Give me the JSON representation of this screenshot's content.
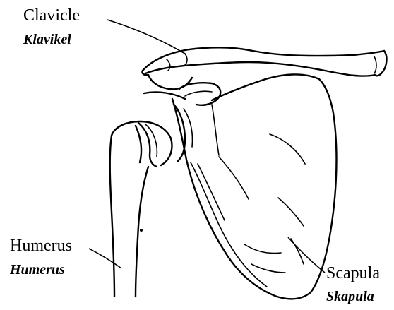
{
  "labels": {
    "clavicle": {
      "name": "Clavicle",
      "translation": "Klavikel"
    },
    "humerus": {
      "name": "Humerus",
      "translation": "Humerus"
    },
    "scapula": {
      "name": "Scapula",
      "translation": "Skapula"
    }
  },
  "colors": {
    "ink": "#000000",
    "background": "#ffffff"
  }
}
